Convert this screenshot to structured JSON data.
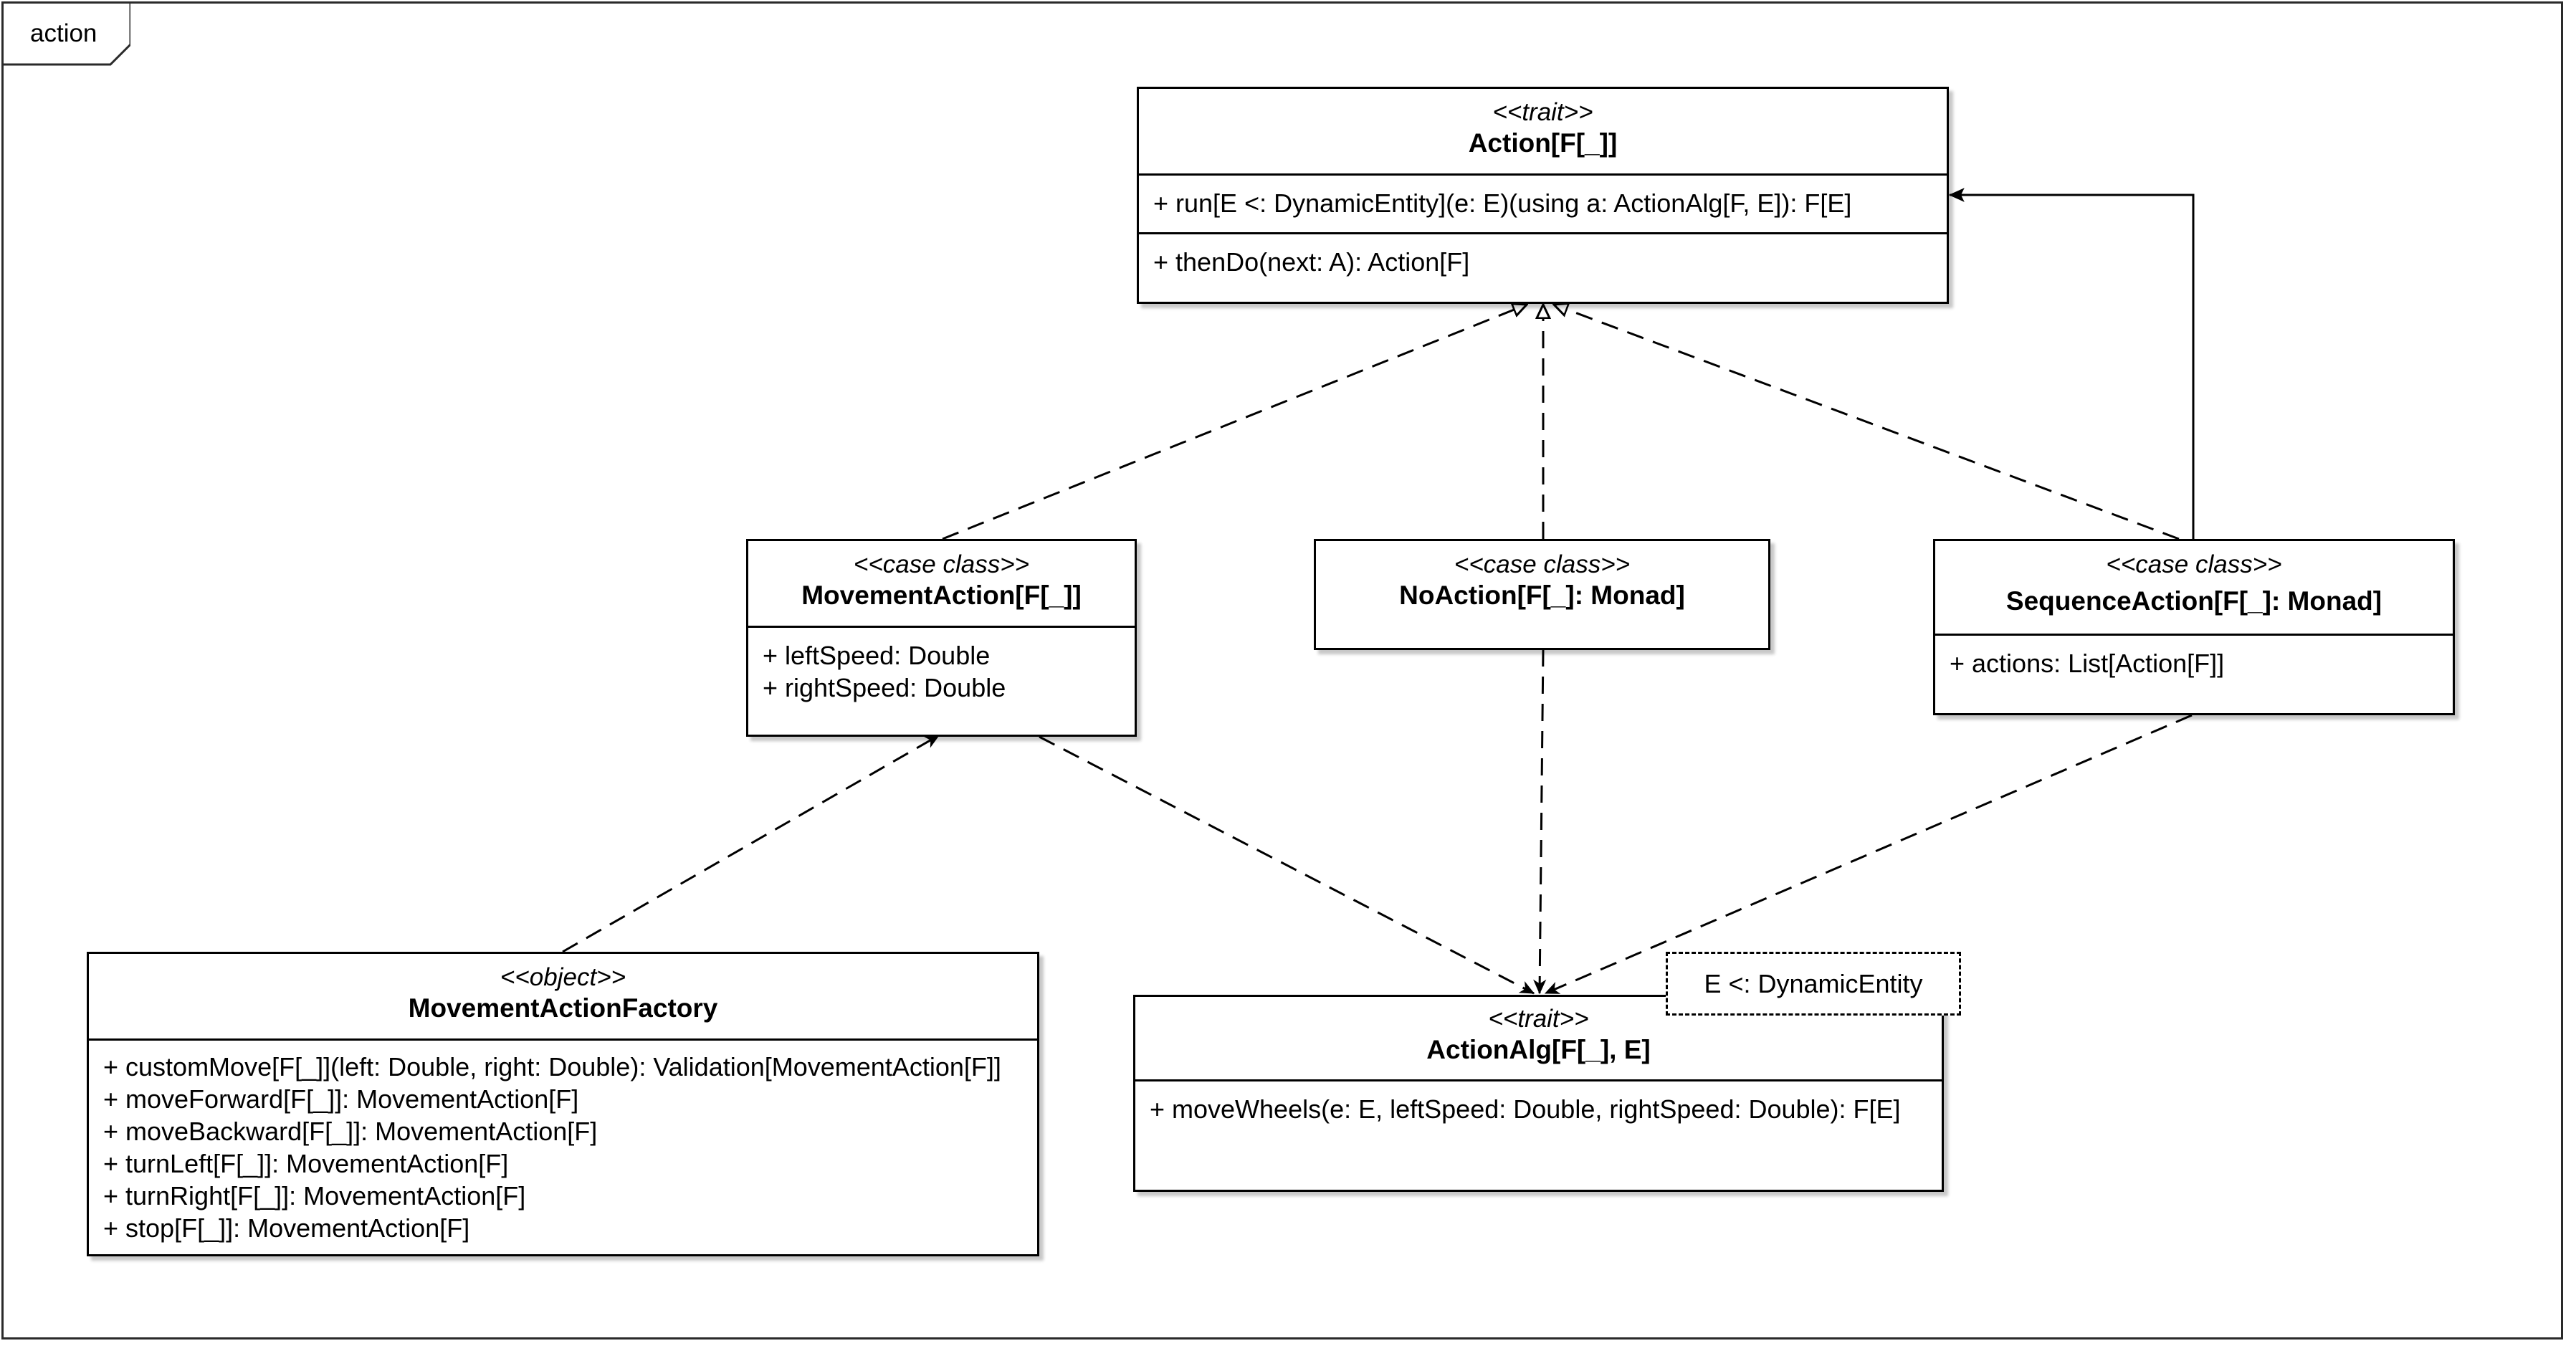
{
  "frame": {
    "label": "action"
  },
  "classes": {
    "action": {
      "stereotype": "<<trait>>",
      "name": "Action[F[_]]",
      "section1": [
        "+ run[E <: DynamicEntity](e: E)(using a: ActionAlg[F, E]): F[E]"
      ],
      "section2": [
        "+ thenDo(next: A): Action[F]"
      ]
    },
    "movement_action": {
      "stereotype": "<<case class>>",
      "name": "MovementAction[F[_]]",
      "fields": [
        "+ leftSpeed: Double",
        "+ rightSpeed: Double"
      ]
    },
    "no_action": {
      "stereotype": "<<case class>>",
      "name": "NoAction[F[_]: Monad]"
    },
    "sequence_action": {
      "stereotype": "<<case class>>",
      "name": "SequenceAction[F[_]: Monad]",
      "fields": [
        "+ actions: List[Action[F]]"
      ]
    },
    "movement_action_factory": {
      "stereotype": "<<object>>",
      "name": "MovementActionFactory",
      "methods": [
        "+ customMove[F[_]](left: Double, right: Double): Validation[MovementAction[F]]",
        "+ moveForward[F[_]]: MovementAction[F]",
        "+ moveBackward[F[_]]: MovementAction[F]",
        "+ turnLeft[F[_]]: MovementAction[F]",
        "+ turnRight[F[_]]: MovementAction[F]",
        "+ stop[F[_]]: MovementAction[F]"
      ]
    },
    "action_alg": {
      "stereotype": "<<trait>>",
      "name": "ActionAlg[F[_], E]",
      "methods": [
        "+ moveWheels(e: E, leftSpeed: Double, rightSpeed: Double): F[E]"
      ],
      "type_param": "E <: DynamicEntity"
    }
  }
}
